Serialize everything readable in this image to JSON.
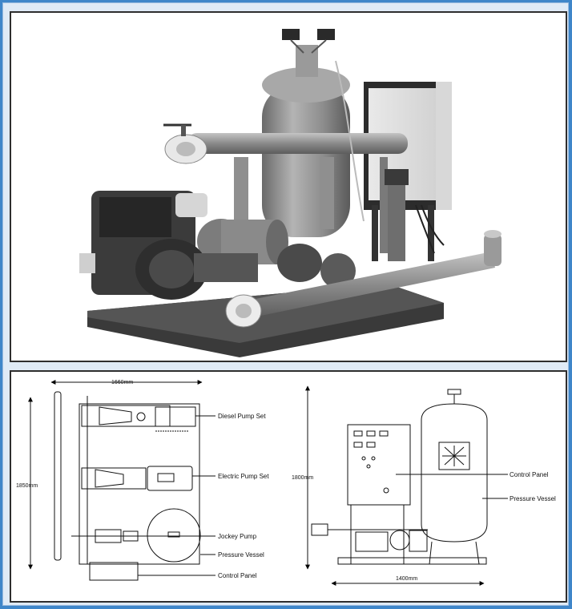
{
  "plan_view": {
    "width_dim": "1660mm",
    "height_dim": "1850mm",
    "labels": {
      "diesel": "Diesel Pump Set",
      "electric": "Electric Pump Set",
      "jockey": "Jockey Pump",
      "vessel": "Pressure Vessel",
      "panel": "Control Panel"
    }
  },
  "elevation_view": {
    "height_dim": "1800mm",
    "width_dim": "1400mm",
    "labels": {
      "panel": "Control Panel",
      "vessel": "Pressure Vessel"
    }
  },
  "colors": {
    "frame_blue": "#3f86c9",
    "photo_gray": "#8d8d8d"
  }
}
